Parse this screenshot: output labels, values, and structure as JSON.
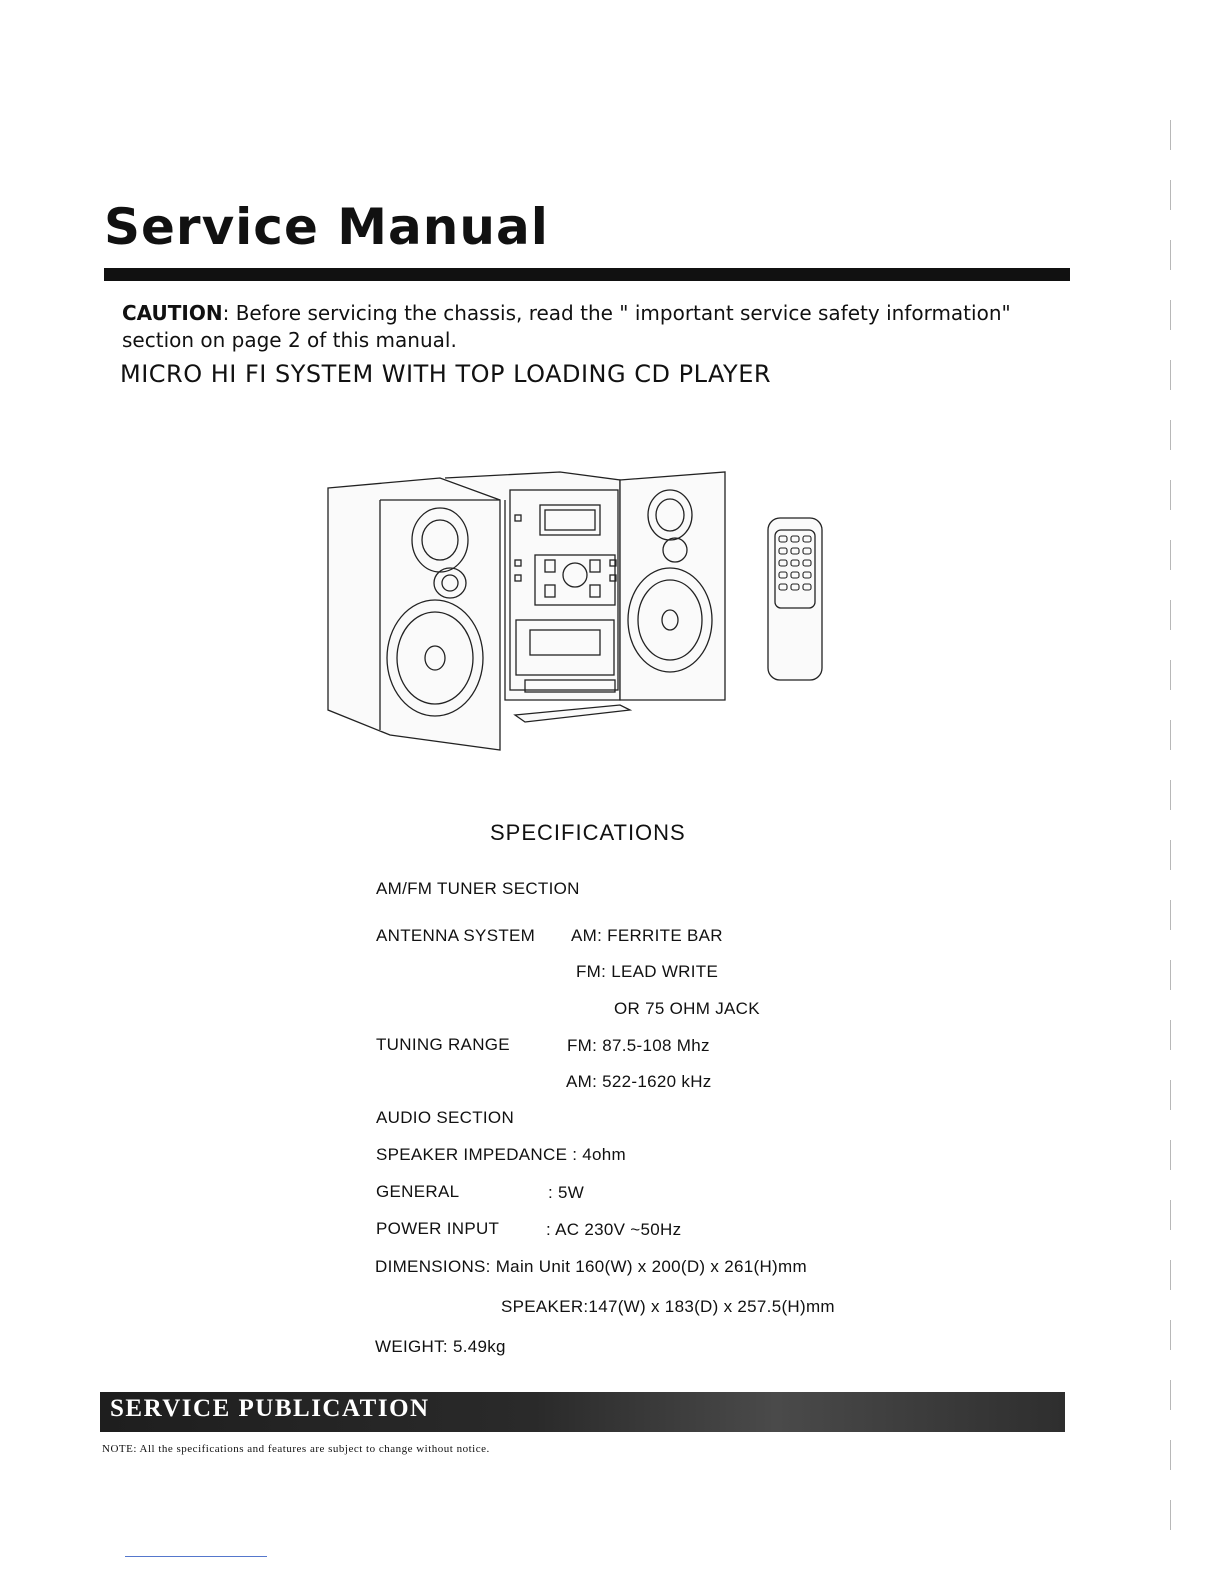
{
  "header": {
    "title": "Service Manual",
    "caution_label": "CAUTION",
    "caution_text": ": Before servicing the chassis, read the \" important service safety information\" section on page 2 of this manual.",
    "product": "MICRO HI FI SYSTEM WITH TOP LOADING CD PLAYER"
  },
  "specifications": {
    "heading": "SPECIFICATIONS",
    "tuner_section": "AM/FM  TUNER  SECTION",
    "antenna_label": "ANTENNA SYSTEM",
    "antenna_am": "AM: FERRITE BAR",
    "antenna_fm": "FM: LEAD WRITE",
    "antenna_alt": "OR 75 OHM JACK",
    "tuning_label": "TUNING RANGE",
    "tuning_fm": "FM: 87.5-108 Mhz",
    "tuning_am": "AM: 522-1620 kHz",
    "audio_section": "AUDIO SECTION",
    "speaker_impedance": "SPEAKER IMPEDANCE : 4ohm",
    "general_label": "GENERAL",
    "general_value": ":  5W",
    "power_label": "POWER  INPUT",
    "power_value": ": AC 230V  ~50Hz",
    "dimensions_main": "DIMENSIONS: Main Unit  160(W) x 200(D) x 261(H)mm",
    "dimensions_speaker": "SPEAKER:147(W) x 183(D) x 257.5(H)mm",
    "weight": "WEIGHT: 5.49kg"
  },
  "footer": {
    "publication": "SERVICE PUBLICATION",
    "note": "NOTE: All the specifications and features are subject to change without notice."
  }
}
